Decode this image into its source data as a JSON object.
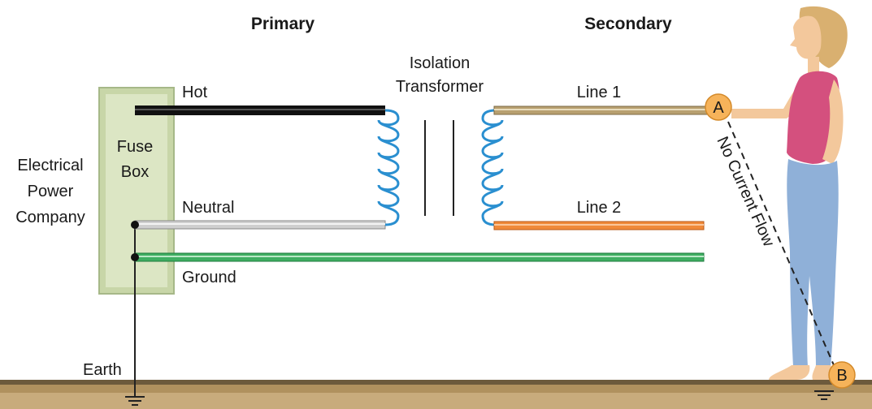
{
  "headers": {
    "primary": "Primary",
    "secondary": "Secondary"
  },
  "power_company": {
    "line1": "Electrical",
    "line2": "Power",
    "line3": "Company"
  },
  "fuse_box": {
    "line1": "Fuse",
    "line2": "Box"
  },
  "wires": {
    "hot": "Hot",
    "neutral": "Neutral",
    "ground": "Ground",
    "earth": "Earth",
    "line1": "Line 1",
    "line2": "Line 2"
  },
  "transformer": {
    "line1": "Isolation",
    "line2": "Transformer"
  },
  "points": {
    "a": "A",
    "b": "B"
  },
  "annotation": "No Current Flow",
  "colors": {
    "fuse_box_fill": "#c8d6a8",
    "hot_wire": "#111111",
    "neutral_wire": "#cfcfcf",
    "ground_wire": "#3fae62",
    "line1_wire": "#b8a070",
    "line2_wire": "#f08a3a",
    "coil": "#2a8fd0",
    "earth_ground": "#c8ab7c",
    "point_marker": "#f6b35a",
    "shirt": "#d4507e",
    "jeans": "#8fb0d8",
    "skin": "#f3c89c",
    "hair": "#d9b070"
  },
  "icons": [
    "ground-symbol-icon",
    "person-figure"
  ]
}
